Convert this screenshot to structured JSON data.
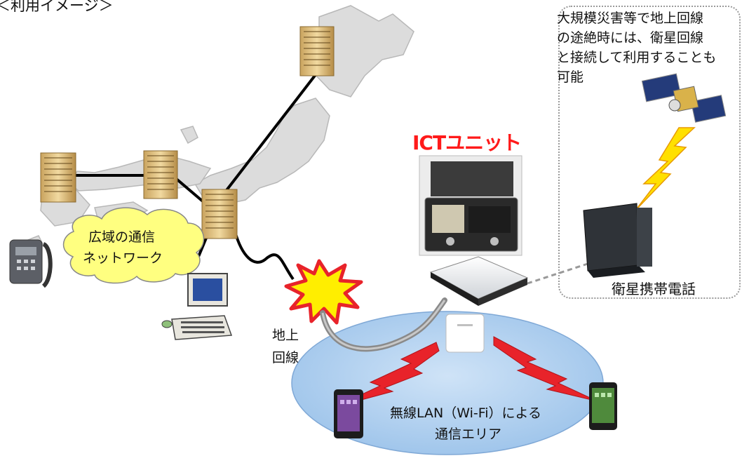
{
  "header": {
    "usage_image_label": "＜利用イメージ＞"
  },
  "labels": {
    "wide_network": [
      "広域の通信",
      "ネットワーク"
    ],
    "ground_line": [
      "地上",
      "回線"
    ],
    "ict_unit": "ICTユニット",
    "satellite_phone": "衛星携帯電話",
    "wifi_area": [
      "無線LAN（Wi-Fi）による",
      "通信エリア"
    ]
  },
  "satellite_note": "大規模災害等で地上回線\nの途絶時には、衛星回線\nと接続して利用することも\n可能",
  "colors": {
    "ict_red": "#ff1a1a",
    "wifi_ellipse": "#a9cdf0",
    "cloud_yellow": "#ffff80",
    "lightning_yellow": "#ffe000",
    "signal_red": "#e8232a",
    "japan_map": "#d9d9d9"
  }
}
